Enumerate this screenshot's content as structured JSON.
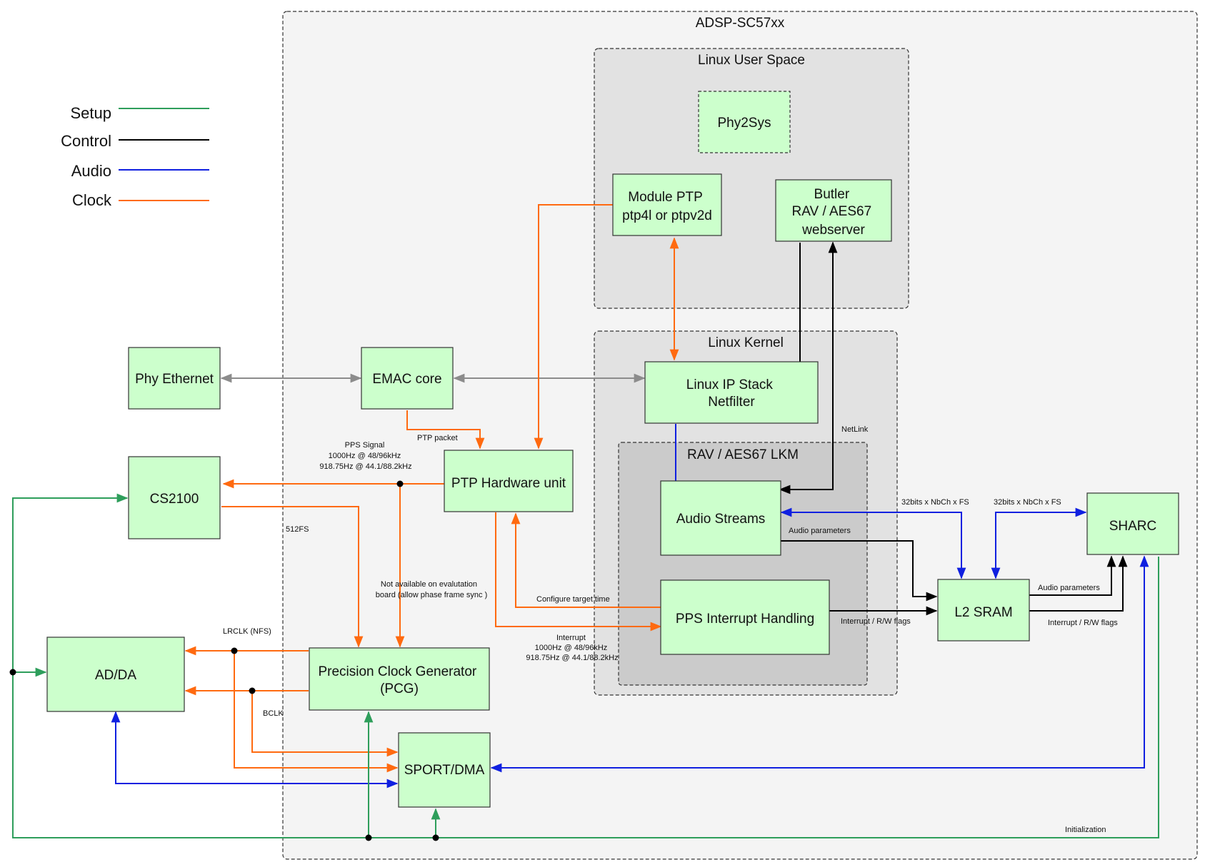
{
  "chip": {
    "title": "ADSP-SC57xx"
  },
  "regions": {
    "linux_user_space": "Linux User Space",
    "linux_kernel": "Linux Kernel",
    "rav_lkm": "RAV / AES67 LKM"
  },
  "legend": [
    {
      "label": "Setup",
      "color": "#2e9e5b"
    },
    {
      "label": "Control",
      "color": "#000000"
    },
    {
      "label": "Audio",
      "color": "#1020e0"
    },
    {
      "label": "Clock",
      "color": "#ff6a10"
    }
  ],
  "blocks": {
    "phy2sys": [
      "Phy2Sys"
    ],
    "module_ptp": [
      "Module PTP",
      "ptp4l or ptpv2d"
    ],
    "butler": [
      "Butler",
      "RAV / AES67",
      "webserver"
    ],
    "phy_ethernet": [
      "Phy Ethernet"
    ],
    "emac_core": [
      "EMAC core"
    ],
    "linux_ip_stack": [
      "Linux IP Stack",
      "Netfilter"
    ],
    "cs2100": [
      "CS2100"
    ],
    "ptp_hw": [
      "PTP Hardware unit"
    ],
    "audio_streams": [
      "Audio Streams"
    ],
    "pps_interrupt": [
      "PPS Interrupt Handling"
    ],
    "l2_sram": [
      "L2 SRAM"
    ],
    "sharc": [
      "SHARC"
    ],
    "adda": [
      "AD/DA"
    ],
    "pcg": [
      "Precision Clock Generator",
      "(PCG)"
    ],
    "sport_dma": [
      "SPORT/DMA"
    ]
  },
  "labels": {
    "ptp_packet": "PTP packet",
    "pps_signal": [
      "PPS Signal",
      "1000Hz @ 48/96kHz",
      "918.75Hz @ 44.1/88.2kHz"
    ],
    "fs512": "512FS",
    "netlink": "NetLink",
    "bits_left": "32bits x NbCh x FS",
    "bits_right": "32bits x NbCh x FS",
    "audio_params_left": "Audio parameters",
    "audio_params_right": "Audio parameters",
    "not_available": [
      "Not available on evalutation",
      "board (allow phase frame sync )"
    ],
    "configure_target": "Configure target time",
    "interrupt": [
      "Interrupt",
      "1000Hz @ 48/96kHz",
      "918.75Hz @ 44.1/88.2kHz"
    ],
    "irq_flags_left": "Interrupt / R/W flags",
    "irq_flags_right": "Interrupt / R/W flags",
    "lrclk": "LRCLK (NFS)",
    "bclk": "BCLK",
    "initialization": "Initialization"
  }
}
